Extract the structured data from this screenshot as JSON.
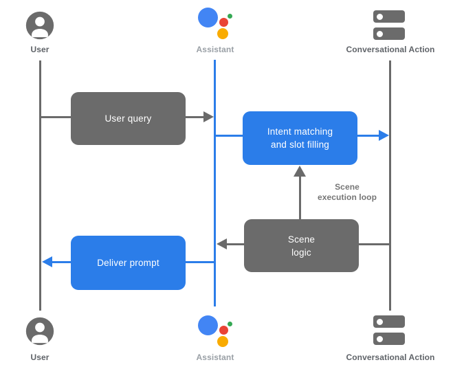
{
  "actors": {
    "user_top": {
      "label": "User"
    },
    "assistant_top": {
      "label": "Assistant"
    },
    "conversational_action_top": {
      "label": "Conversational Action"
    },
    "user_bottom": {
      "label": "User"
    },
    "assistant_bottom": {
      "label": "Assistant"
    },
    "conversational_action_bottom": {
      "label": "Conversational Action"
    }
  },
  "boxes": {
    "user_query": {
      "label": "User query"
    },
    "intent_matching": {
      "line1": "Intent matching",
      "line2": "and slot filling"
    },
    "scene_logic": {
      "line1": "Scene",
      "line2": "logic"
    },
    "deliver_prompt": {
      "label": "Deliver prompt"
    }
  },
  "annotations": {
    "scene_execution_loop": {
      "line1": "Scene",
      "line2": "execution loop"
    }
  },
  "colors": {
    "bg": "#ffffff",
    "box_gray": "#6b6b6b",
    "box_blue": "#2b7de9",
    "line_gray": "#6a6a6a",
    "line_blue": "#2b7de9",
    "icon_gray": "#6b6b6b",
    "label_dark": "#5f6368",
    "label_light": "#9aa0a6",
    "annotation_gray": "#757575",
    "assistant_blue": "#4285f4",
    "assistant_red": "#ea4335",
    "assistant_yellow": "#f9ab00",
    "assistant_green": "#34a853"
  }
}
